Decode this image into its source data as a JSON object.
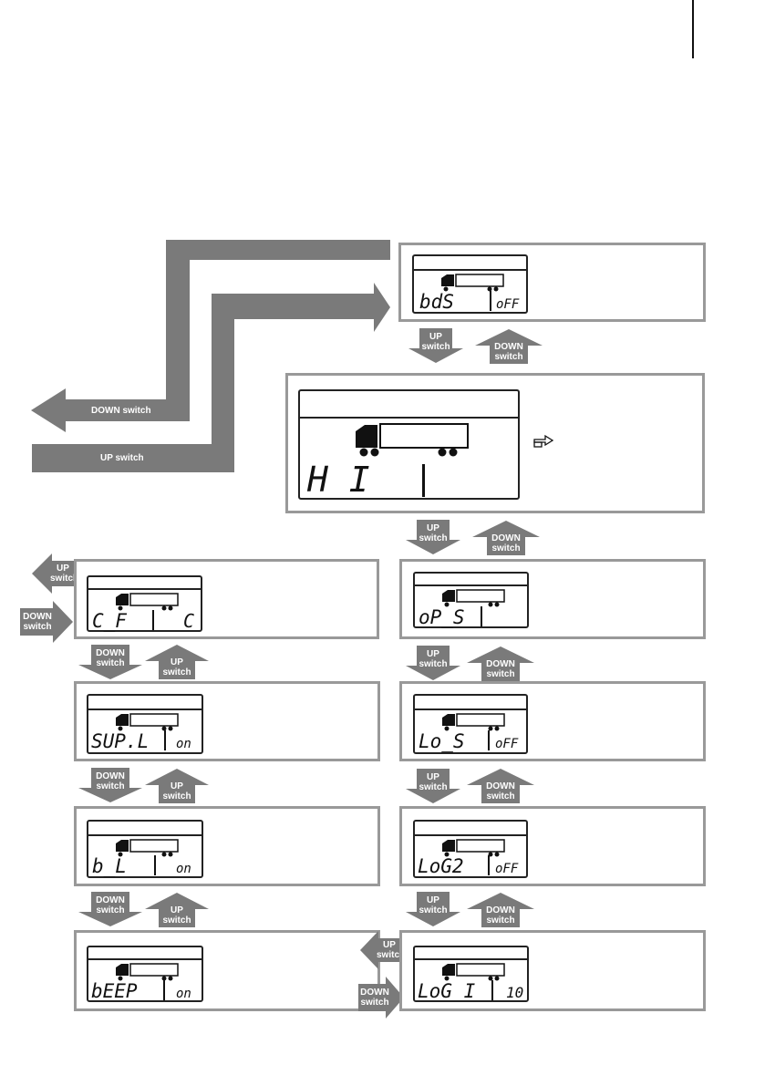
{
  "colors": {
    "arrow": "#7a7a7a",
    "box_border": "#999999",
    "lcd": "#222222"
  },
  "labels": {
    "down_switch": "DOWN switch",
    "up_switch": "UP switch",
    "up": "UP",
    "down": "DOWN",
    "switch": "switch"
  },
  "displays": {
    "bds": {
      "left": "bdS",
      "right": "oFF"
    },
    "hi": {
      "left": "H I",
      "right": ""
    },
    "cf": {
      "left": "C_F",
      "right": "C"
    },
    "ops": {
      "left": "oP_S",
      "right": ""
    },
    "supl": {
      "left": "SUP.L",
      "right": "on"
    },
    "los": {
      "left": "Lo_S",
      "right": "oFF"
    },
    "bl": {
      "left": "b_L",
      "right": "on"
    },
    "log2": {
      "left": "LoG2",
      "right": "oFF"
    },
    "beep": {
      "left": "bEEP",
      "right": "on"
    },
    "log1": {
      "left": "LoG I",
      "right": "10"
    }
  },
  "icons": {
    "reference": "pointing-hand-icon",
    "truck": "truck-icon"
  }
}
